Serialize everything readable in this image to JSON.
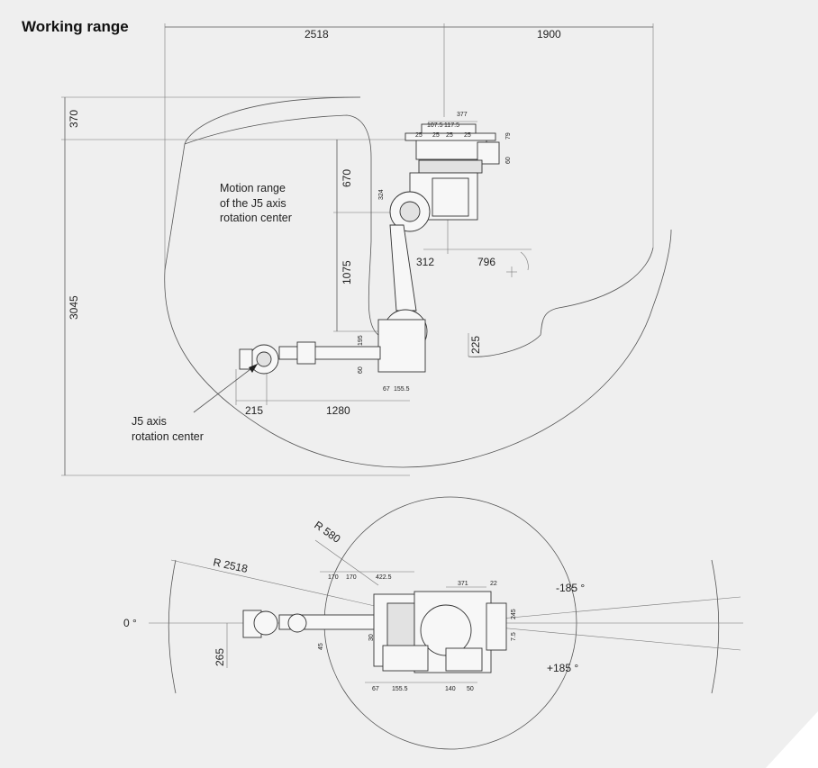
{
  "title": "Working range",
  "side_view": {
    "dims": {
      "d2518": "2518",
      "d1900": "1900",
      "d370": "370",
      "d670": "670",
      "d1075": "1075",
      "d3045": "3045",
      "d312": "312",
      "d796": "796",
      "d225": "225",
      "d215": "215",
      "d1280": "1280",
      "d377": "377",
      "d107_5": "107.5",
      "d117_5": "117.5",
      "d25a": "25",
      "d25b": "25",
      "d25c": "25",
      "d25d": "25",
      "d79": "79",
      "d60": "60",
      "d324": "324",
      "d195": "195",
      "d60b": "60",
      "d67": "67",
      "d155_5": "155.5"
    },
    "motion_range_label": [
      "Motion range",
      "of the J5 axis",
      "rotation center"
    ],
    "j5_label": [
      "J5 axis",
      "rotation center"
    ]
  },
  "top_view": {
    "dims": {
      "r580": "R 580",
      "r2518": "R 2518",
      "d170a": "170",
      "d170b": "170",
      "d422_5": "422.5",
      "d371": "371",
      "d22": "22",
      "d245": "245",
      "d7_5": "7.5",
      "d265": "265",
      "d45": "45",
      "d30": "30",
      "d67": "67",
      "d155_5": "155.5",
      "d140": "140",
      "d50": "50"
    },
    "angles": {
      "zero": "0 °",
      "neg185": "-185 °",
      "pos185": "+185 °"
    }
  }
}
